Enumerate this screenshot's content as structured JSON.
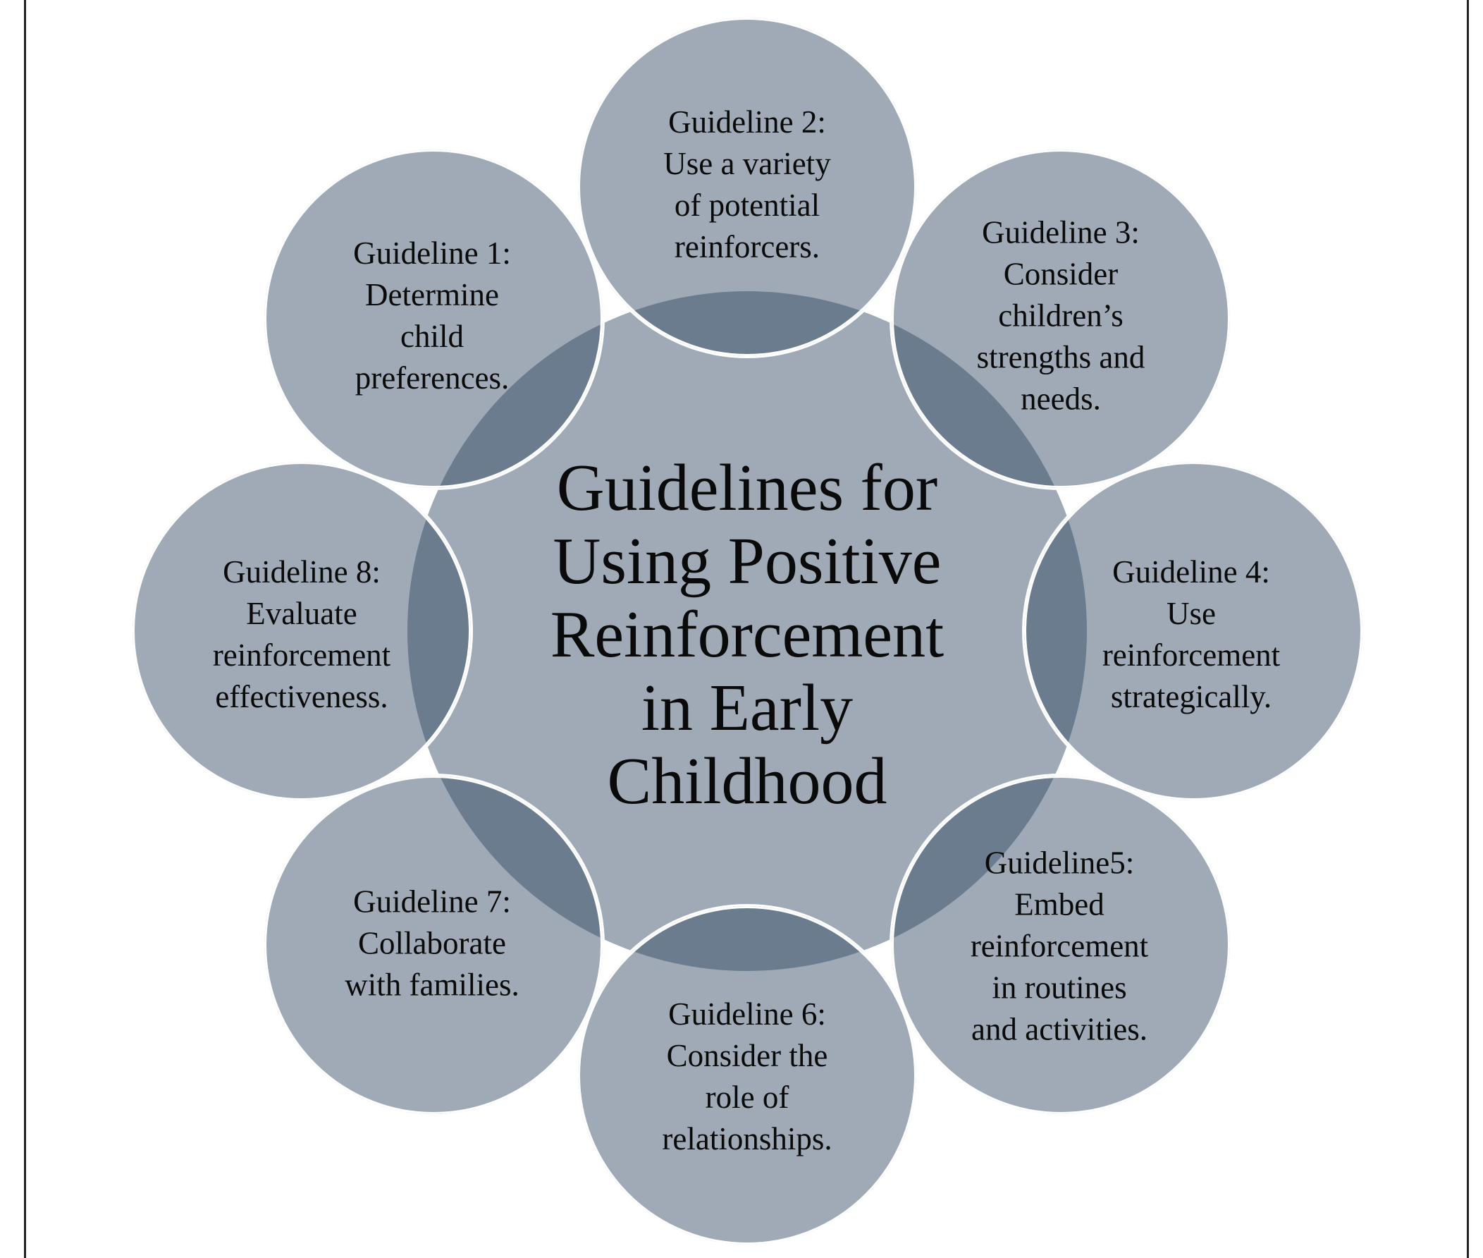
{
  "diagram": {
    "type": "radial-venn",
    "colors": {
      "circle_fill": "#a2a8b3",
      "overlap_fill": "#6e7a8b",
      "circle_outline": "#ffffff",
      "text": "#0a0a0a",
      "background": "#ffffff",
      "frame": "#222222"
    },
    "center": {
      "title_lines": [
        "Guidelines for",
        "Using Positive",
        "Reinforcement",
        "in Early",
        "Childhood"
      ]
    },
    "guidelines": [
      {
        "id": 1,
        "lines": [
          "Guideline 1:",
          "Determine",
          "child",
          "preferences."
        ]
      },
      {
        "id": 2,
        "lines": [
          "Guideline 2:",
          "Use a variety",
          "of potential",
          "reinforcers."
        ]
      },
      {
        "id": 3,
        "lines": [
          "Guideline 3:",
          "Consider",
          "children’s",
          "strengths and",
          "needs."
        ]
      },
      {
        "id": 4,
        "lines": [
          "Guideline 4:",
          "Use",
          "reinforcement",
          "strategically."
        ]
      },
      {
        "id": 5,
        "lines": [
          "Guideline5:",
          "Embed",
          "reinforcement",
          "in routines",
          "and activities."
        ]
      },
      {
        "id": 6,
        "lines": [
          "Guideline 6:",
          "Consider the",
          "role of",
          "relationships."
        ]
      },
      {
        "id": 7,
        "lines": [
          "Guideline 7:",
          "Collaborate",
          "with families."
        ]
      },
      {
        "id": 8,
        "lines": [
          "Guideline 8:",
          "Evaluate",
          "reinforcement",
          "effectiveness."
        ]
      }
    ]
  }
}
